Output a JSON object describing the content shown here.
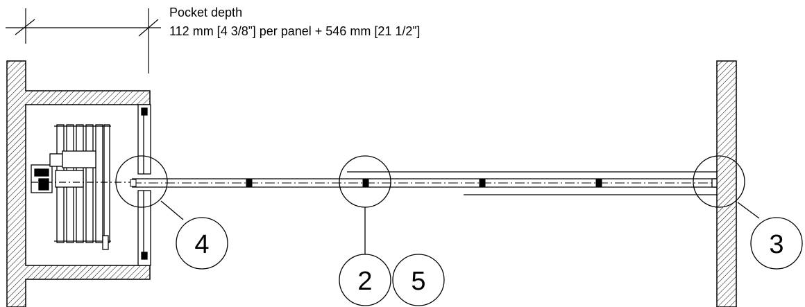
{
  "annotation": {
    "title": "Pocket depth",
    "dimension": "112 mm [4 3/8”] per panel + 546 mm [21 1/2”]"
  },
  "callouts": {
    "c4": "4",
    "c3": "3",
    "c2": "2",
    "c5": "5"
  },
  "colors": {
    "line": "#000000",
    "background": "#ffffff"
  }
}
